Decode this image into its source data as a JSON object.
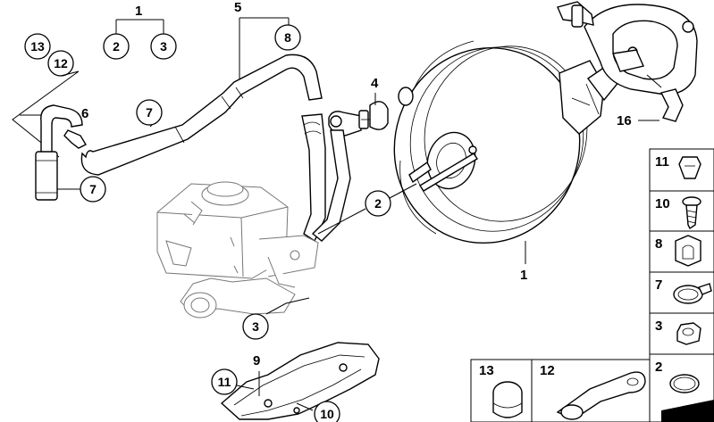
{
  "callouts": {
    "c1_top": "1",
    "c2_top": "2",
    "c3_top": "3",
    "c5": "5",
    "c8": "8",
    "c13": "13",
    "c12": "12",
    "c6": "6",
    "c7_hose": "7",
    "c7_left": "7",
    "c4": "4",
    "c2_mid": "2",
    "c1_booster": "1",
    "c3_bottom": "3",
    "c16": "16",
    "c9": "9",
    "c11_bottom": "11",
    "c10_bottom": "10"
  },
  "side_panel": [
    "11",
    "10",
    "8",
    "7",
    "3",
    "2"
  ],
  "bottom_panel": [
    "13",
    "12"
  ]
}
